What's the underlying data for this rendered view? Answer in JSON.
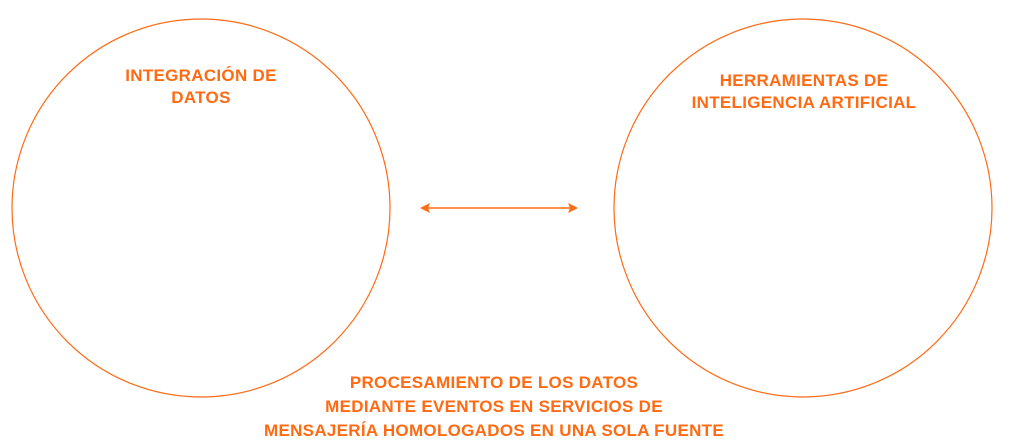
{
  "color": "#FF6A13",
  "left_circle": {
    "title_lines": [
      "INTEGRACIÓN DE",
      "DATOS"
    ]
  },
  "right_circle": {
    "title_lines": [
      "HERRAMIENTAS DE",
      "INTELIGENCIA ARTIFICIAL"
    ]
  },
  "bottom_label": {
    "lines": [
      "PROCESAMIENTO DE LOS DATOS",
      "MEDIANTE EVENTOS EN SERVICIOS DE",
      "MENSAJERÍA HOMOLOGADOS EN UNA SOLA FUENTE"
    ]
  }
}
